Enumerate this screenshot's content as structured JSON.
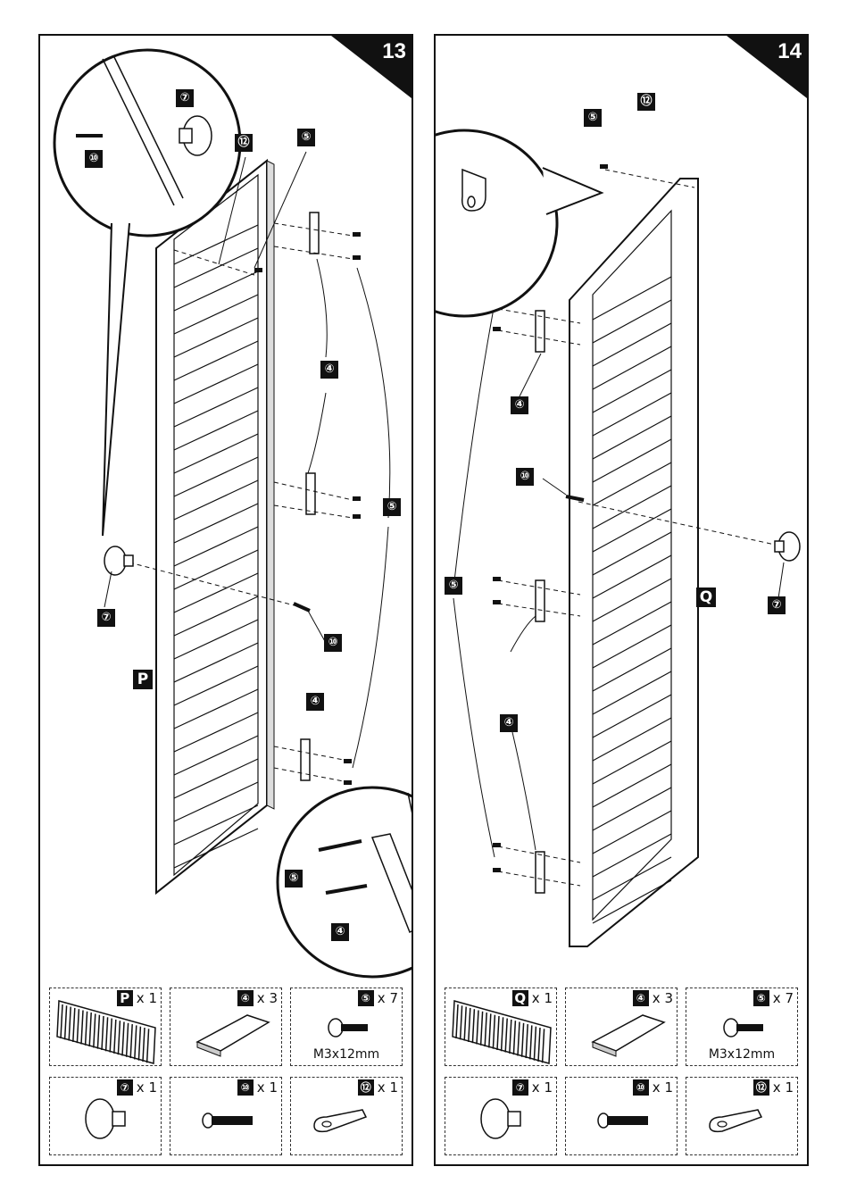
{
  "steps": [
    {
      "number": "13",
      "part_label": "P",
      "callouts": {
        "hinge": "④",
        "screw": "⑤",
        "knob": "⑦",
        "bolt": "⑩",
        "plate": "⑫"
      },
      "parts_list": [
        {
          "id": "P",
          "qty": "x 1",
          "spec": "",
          "icon": "shutter-panel-icon"
        },
        {
          "id": "④",
          "qty": "x 3",
          "spec": "",
          "icon": "hinge-icon"
        },
        {
          "id": "⑤",
          "qty": "x 7",
          "spec": "M3x12mm",
          "icon": "screw-icon"
        },
        {
          "id": "⑦",
          "qty": "x 1",
          "spec": "",
          "icon": "knob-icon"
        },
        {
          "id": "⑩",
          "qty": "x 1",
          "spec": "",
          "icon": "bolt-icon"
        },
        {
          "id": "⑫",
          "qty": "x 1",
          "spec": "",
          "icon": "plate-icon"
        }
      ]
    },
    {
      "number": "14",
      "part_label": "Q",
      "callouts": {
        "hinge": "④",
        "screw": "⑤",
        "knob": "⑦",
        "bolt": "⑩",
        "plate": "⑫"
      },
      "parts_list": [
        {
          "id": "Q",
          "qty": "x 1",
          "spec": "",
          "icon": "shutter-panel-icon"
        },
        {
          "id": "④",
          "qty": "x 3",
          "spec": "",
          "icon": "hinge-icon"
        },
        {
          "id": "⑤",
          "qty": "x 7",
          "spec": "M3x12mm",
          "icon": "screw-icon"
        },
        {
          "id": "⑦",
          "qty": "x 1",
          "spec": "",
          "icon": "knob-icon"
        },
        {
          "id": "⑩",
          "qty": "x 1",
          "spec": "",
          "icon": "bolt-icon"
        },
        {
          "id": "⑫",
          "qty": "x 1",
          "spec": "",
          "icon": "plate-icon"
        }
      ]
    }
  ]
}
